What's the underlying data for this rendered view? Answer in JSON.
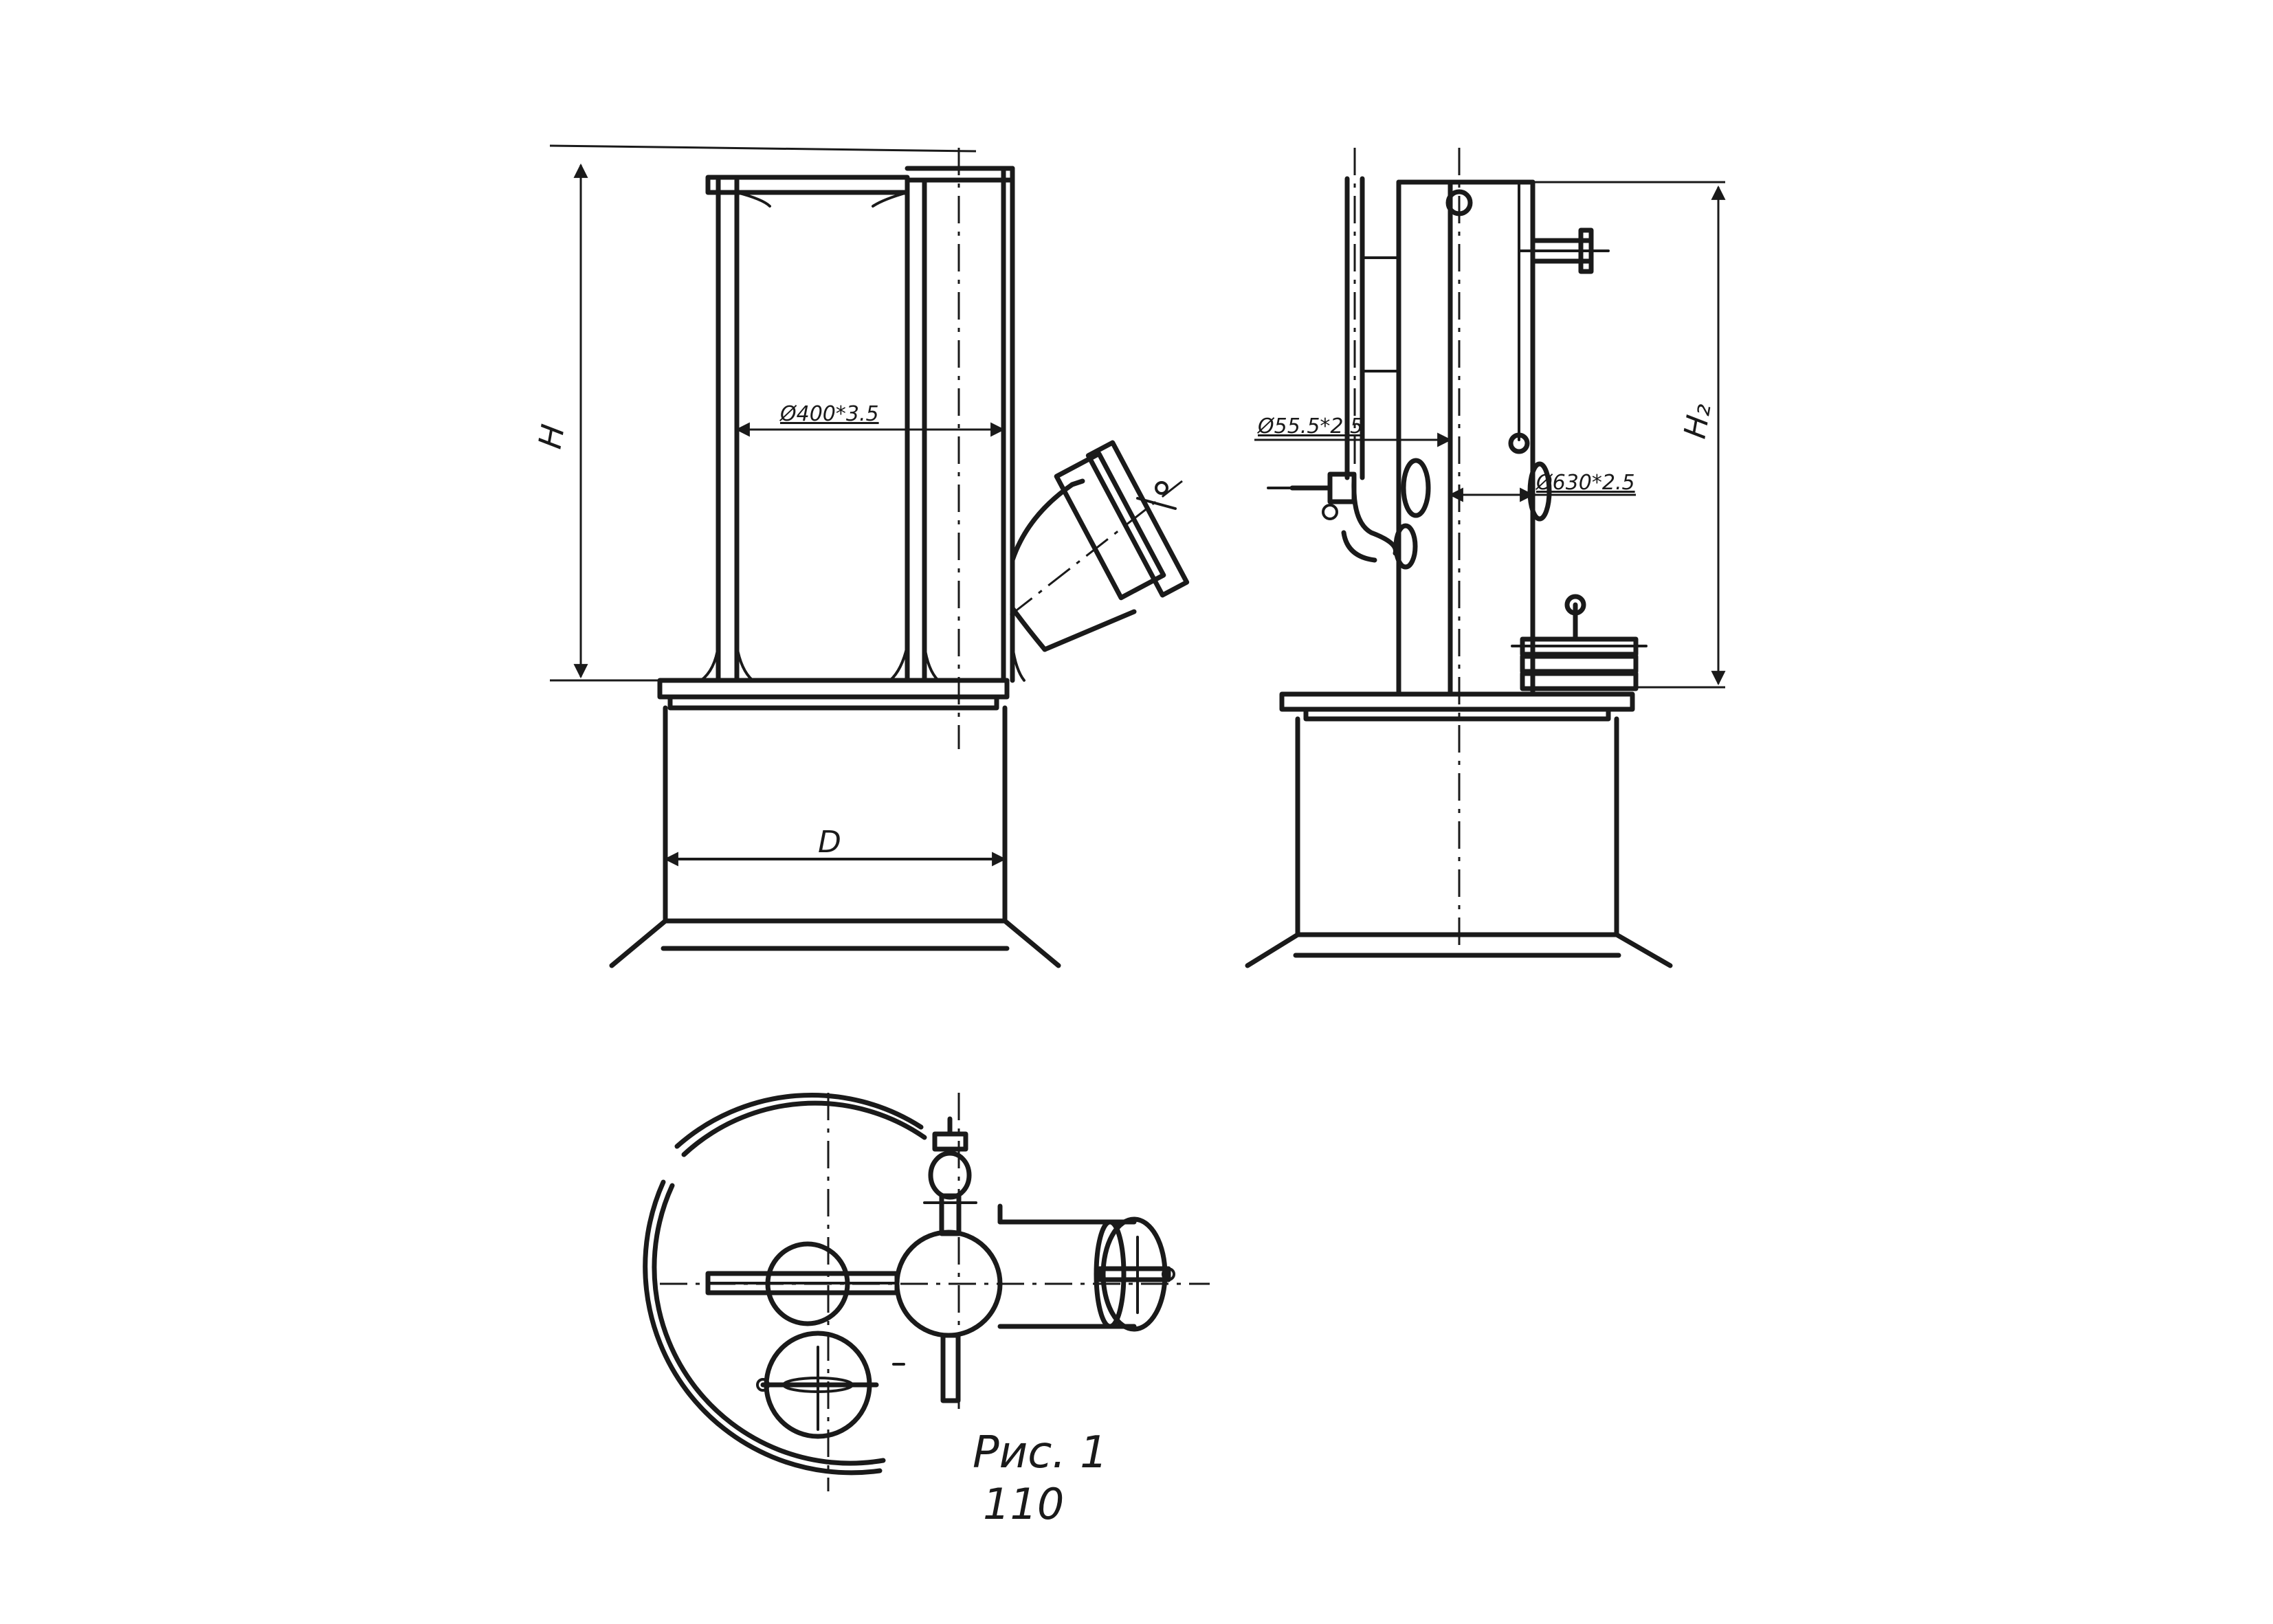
{
  "front_view": {
    "height_label": "H",
    "inner_diameter_label": "Ø400*3.5",
    "base_diameter_label": "D"
  },
  "side_view": {
    "pipe_label": "Ø55.5*2.5",
    "shell_label": "Ø630*2.5",
    "height_label": "H₂"
  },
  "caption": {
    "figure": "Рис. 1",
    "page": "110"
  },
  "colors": {
    "ink": "#1a1a1a",
    "paper": "#ffffff"
  }
}
